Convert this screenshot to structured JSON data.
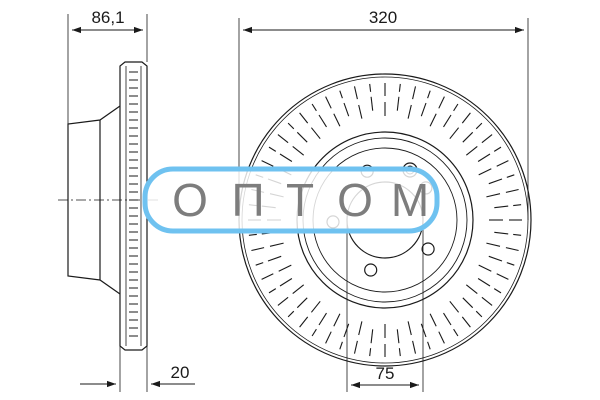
{
  "drawing": {
    "dimensions": {
      "height": "86,1",
      "outer_diameter": "320",
      "thickness": "20",
      "center_bore": "75"
    },
    "bolt_holes": 5,
    "vent_slots": 56
  },
  "watermark": {
    "text": "ОПТОМ",
    "letters": [
      "О",
      "П",
      "Т",
      "О",
      "М"
    ],
    "frame_color": "#6fc2f0"
  }
}
